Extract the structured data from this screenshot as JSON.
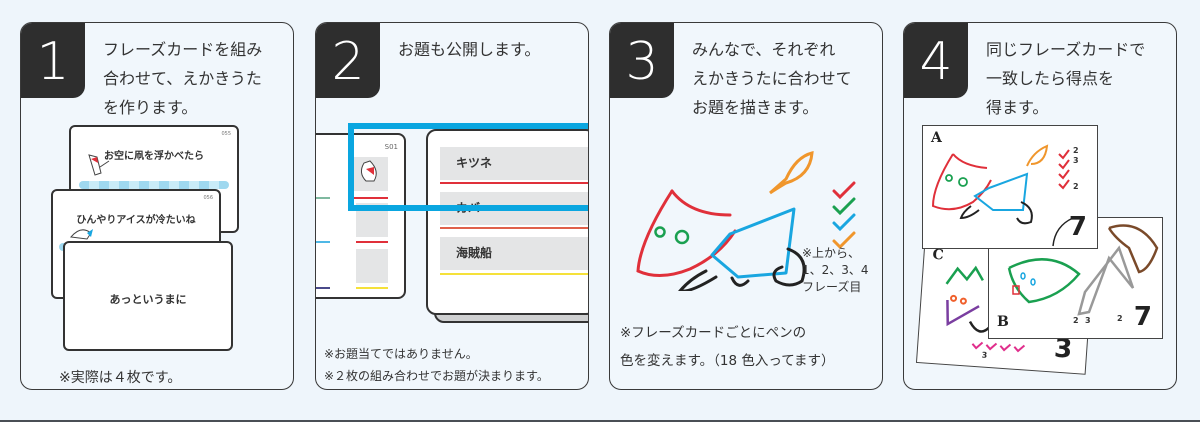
{
  "steps": [
    {
      "number": "1",
      "title": "フレーズカードを組み\n合わせて、えかきうた\nを作ります。",
      "cards": [
        {
          "code": "055",
          "text": "お空に凧を浮かべたら"
        },
        {
          "code": "056",
          "text": "ひんやりアイスが冷たいね"
        },
        {
          "text": "あっというまに"
        }
      ],
      "note": "※実際は４枚です。"
    },
    {
      "number": "2",
      "title": "お題も公開します。",
      "small_card_code": "S01",
      "topics": [
        "キツネ",
        "カバ",
        "海賊船"
      ],
      "notes": "※お題当てではありません。\n※２枚の組み合わせでお題が決まります。"
    },
    {
      "number": "3",
      "title": "みんなで、それぞれ\nえかきうたに合わせて\nお題を描きます。",
      "legend": "※上から、\n1、2、3、4\nフレーズ目",
      "check_colors": [
        "#e0303a",
        "#1aa050",
        "#19a6e0",
        "#f0962c"
      ],
      "note": "※フレーズカードごとにペンの\n色を変えます。（18 色入ってます）"
    },
    {
      "number": "4",
      "title": "同じフレーズカードで\n一致したら得点を\n得ます。",
      "sheets": [
        {
          "label": "A",
          "score": "7",
          "marks": [
            "2",
            "3",
            "",
            "2"
          ]
        },
        {
          "label": "B",
          "score": "7",
          "marks": [
            "2",
            "3",
            "",
            "2"
          ]
        },
        {
          "label": "C",
          "score": "3",
          "marks": [
            "",
            "3",
            "",
            ""
          ]
        }
      ]
    }
  ]
}
